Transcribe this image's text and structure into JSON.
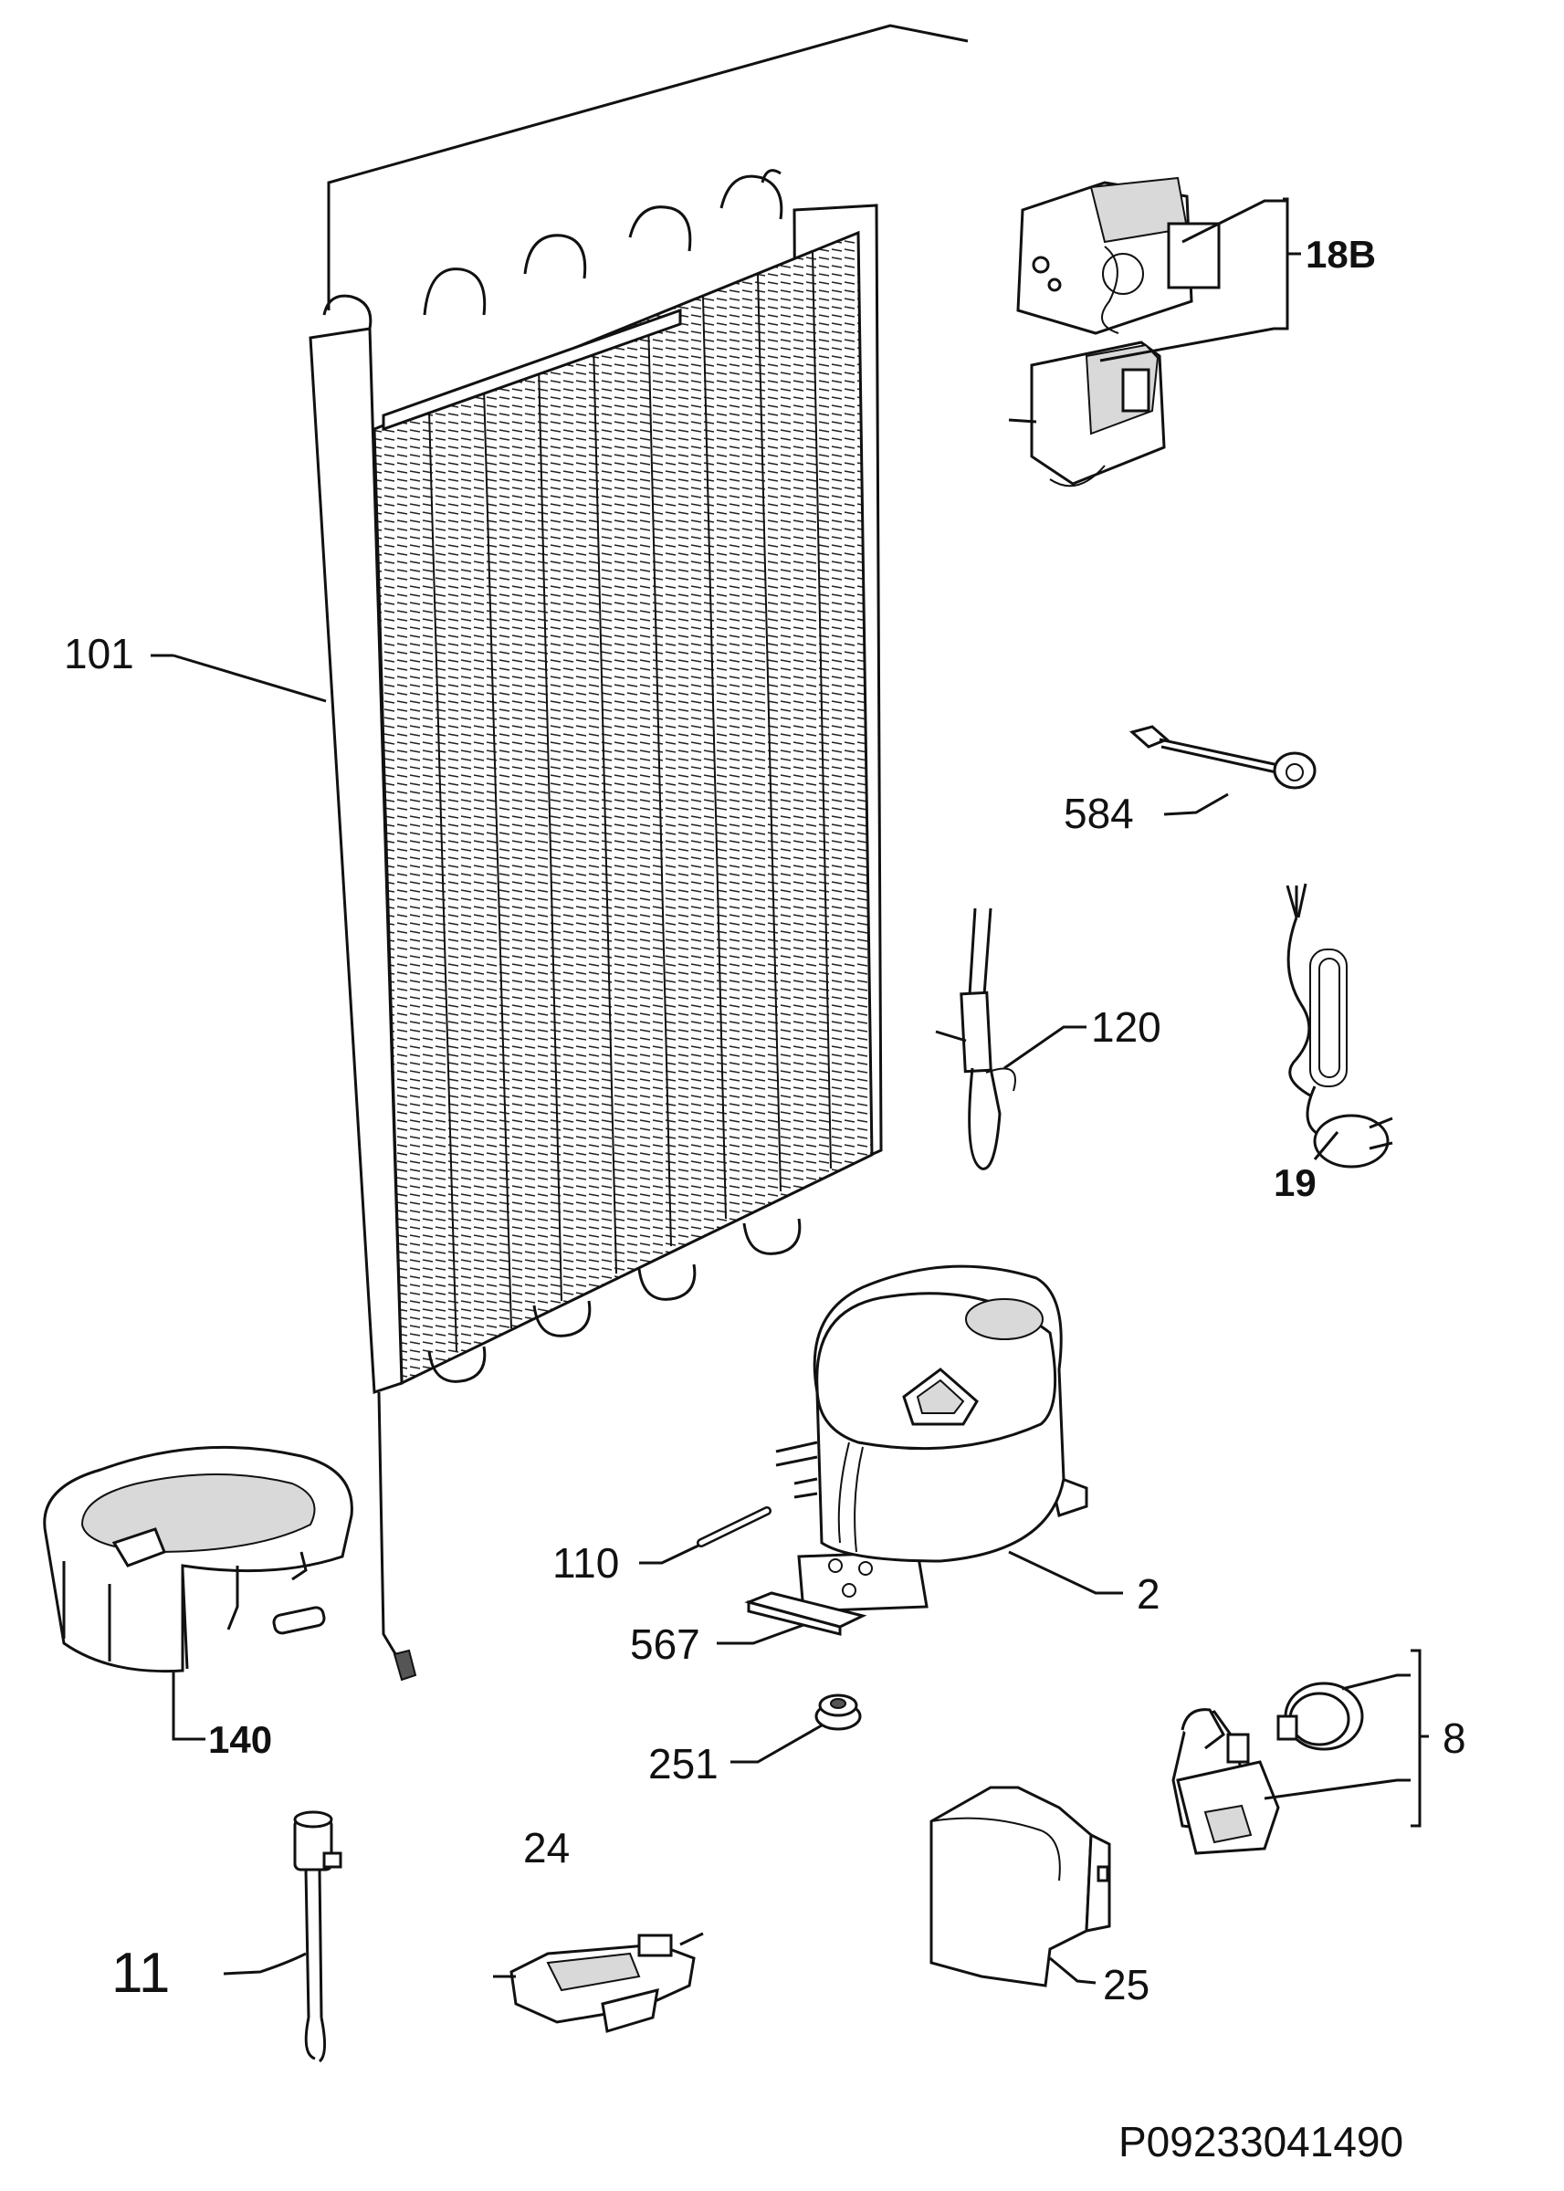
{
  "diagram": {
    "code": "P09233041490",
    "parts": [
      {
        "id": "101",
        "label": "101"
      },
      {
        "id": "18b",
        "label": "18B"
      },
      {
        "id": "584",
        "label": "584"
      },
      {
        "id": "120",
        "label": "120"
      },
      {
        "id": "19",
        "label": "19"
      },
      {
        "id": "110",
        "label": "110"
      },
      {
        "id": "2",
        "label": "2"
      },
      {
        "id": "567",
        "label": "567"
      },
      {
        "id": "140",
        "label": "140"
      },
      {
        "id": "251",
        "label": "251"
      },
      {
        "id": "8",
        "label": "8"
      },
      {
        "id": "24",
        "label": "24"
      },
      {
        "id": "11",
        "label": "11"
      },
      {
        "id": "25",
        "label": "25"
      }
    ]
  }
}
